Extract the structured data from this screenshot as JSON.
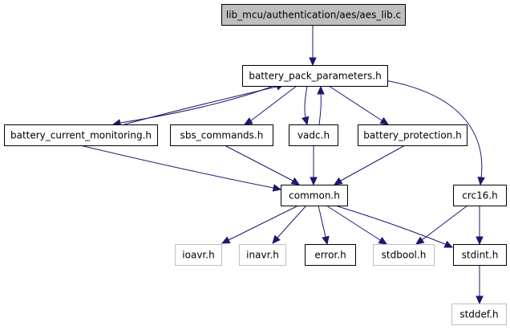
{
  "graph": {
    "root": "lib_mcu/authentication/aes/aes_lib.c",
    "nodes": [
      {
        "id": "aes_lib_c",
        "label": "lib_mcu/authentication/aes/aes_lib.c",
        "style": "current"
      },
      {
        "id": "battery_pack_parameters_h",
        "label": "battery_pack_parameters.h",
        "style": "documented"
      },
      {
        "id": "battery_current_monitoring_h",
        "label": "battery_current_monitoring.h",
        "style": "documented"
      },
      {
        "id": "sbs_commands_h",
        "label": "sbs_commands.h",
        "style": "documented"
      },
      {
        "id": "vadc_h",
        "label": "vadc.h",
        "style": "documented"
      },
      {
        "id": "battery_protection_h",
        "label": "battery_protection.h",
        "style": "documented"
      },
      {
        "id": "common_h",
        "label": "common.h",
        "style": "documented"
      },
      {
        "id": "crc16_h",
        "label": "crc16.h",
        "style": "documented"
      },
      {
        "id": "ioavr_h",
        "label": "ioavr.h",
        "style": "external"
      },
      {
        "id": "inavr_h",
        "label": "inavr.h",
        "style": "external"
      },
      {
        "id": "error_h",
        "label": "error.h",
        "style": "documented"
      },
      {
        "id": "stdbool_h",
        "label": "stdbool.h",
        "style": "external"
      },
      {
        "id": "stdint_h",
        "label": "stdint.h",
        "style": "documented"
      },
      {
        "id": "stddef_h",
        "label": "stddef.h",
        "style": "external"
      }
    ],
    "edges": [
      {
        "from": "aes_lib_c",
        "to": "battery_pack_parameters_h"
      },
      {
        "from": "battery_pack_parameters_h",
        "to": "battery_current_monitoring_h"
      },
      {
        "from": "battery_current_monitoring_h",
        "to": "battery_pack_parameters_h"
      },
      {
        "from": "battery_pack_parameters_h",
        "to": "sbs_commands_h"
      },
      {
        "from": "battery_pack_parameters_h",
        "to": "vadc_h"
      },
      {
        "from": "vadc_h",
        "to": "battery_pack_parameters_h"
      },
      {
        "from": "battery_pack_parameters_h",
        "to": "battery_protection_h"
      },
      {
        "from": "battery_pack_parameters_h",
        "to": "crc16_h"
      },
      {
        "from": "battery_current_monitoring_h",
        "to": "common_h"
      },
      {
        "from": "sbs_commands_h",
        "to": "common_h"
      },
      {
        "from": "vadc_h",
        "to": "common_h"
      },
      {
        "from": "battery_protection_h",
        "to": "common_h"
      },
      {
        "from": "common_h",
        "to": "ioavr_h"
      },
      {
        "from": "common_h",
        "to": "inavr_h"
      },
      {
        "from": "common_h",
        "to": "error_h"
      },
      {
        "from": "common_h",
        "to": "stdbool_h"
      },
      {
        "from": "common_h",
        "to": "stdint_h"
      },
      {
        "from": "crc16_h",
        "to": "stdbool_h"
      },
      {
        "from": "crc16_h",
        "to": "stdint_h"
      },
      {
        "from": "stdint_h",
        "to": "stddef_h"
      }
    ],
    "colors": {
      "edge": "#191970",
      "current_fill": "#bfbfbf",
      "current_border": "#000000",
      "documented_fill": "#ffffff",
      "documented_border": "#000000",
      "external_fill": "#ffffff",
      "external_border": "#bfbfbf",
      "text": "#000000"
    }
  }
}
